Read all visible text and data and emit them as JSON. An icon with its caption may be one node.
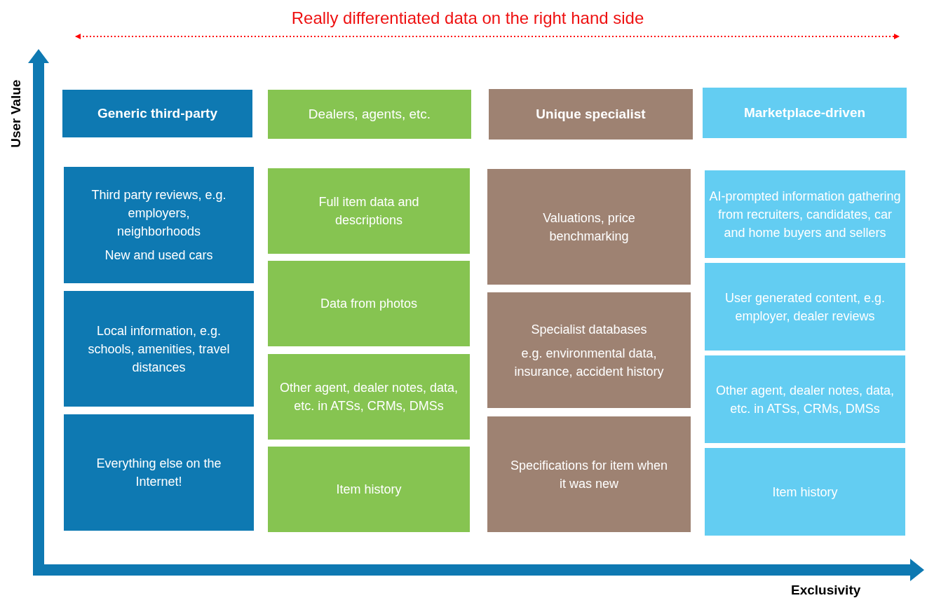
{
  "diagram": {
    "title": "Really differentiated data on the right hand side",
    "nodes": [
      {
        "text": [
          "Generic third-party"
        ]
      },
      {
        "text": [
          "Dealers, agents, etc."
        ]
      },
      {
        "text": [
          "Unique specialist"
        ]
      },
      {
        "text": [
          "Marketplace-driven"
        ]
      },
      {
        "text": [
          "Third party reviews, e.g. employers, neighborhoods",
          "New and used cars"
        ]
      },
      {
        "text": [
          "Local information, e.g. schools, amenities, travel distances"
        ]
      },
      {
        "text": [
          "Everything else on the Internet!"
        ]
      },
      {
        "text": [
          "Full item data and descriptions"
        ]
      },
      {
        "text": [
          "Data from photos"
        ]
      },
      {
        "text": [
          "Other agent, dealer notes, data, etc. in ATSs, CRMs, DMSs"
        ]
      },
      {
        "text": [
          "Item history"
        ]
      },
      {
        "text": [
          "Valuations, price benchmarking"
        ]
      },
      {
        "text": [
          "Specialist databases",
          "e.g. environmental data, insurance, accident history"
        ]
      },
      {
        "text": [
          "Specifications for item when it was new"
        ]
      },
      {
        "text": [
          "AI-prompted information gathering from recruiters, candidates, car and home buyers and sellers"
        ]
      },
      {
        "text": [
          "User generated content, e.g. employer, dealer reviews"
        ]
      },
      {
        "text": [
          "Other agent, dealer notes, data, etc. in ATSs, CRMs, DMSs"
        ]
      },
      {
        "text": [
          "Item history"
        ]
      }
    ],
    "labels": [
      "User Value",
      "Exclusivity"
    ]
  }
}
